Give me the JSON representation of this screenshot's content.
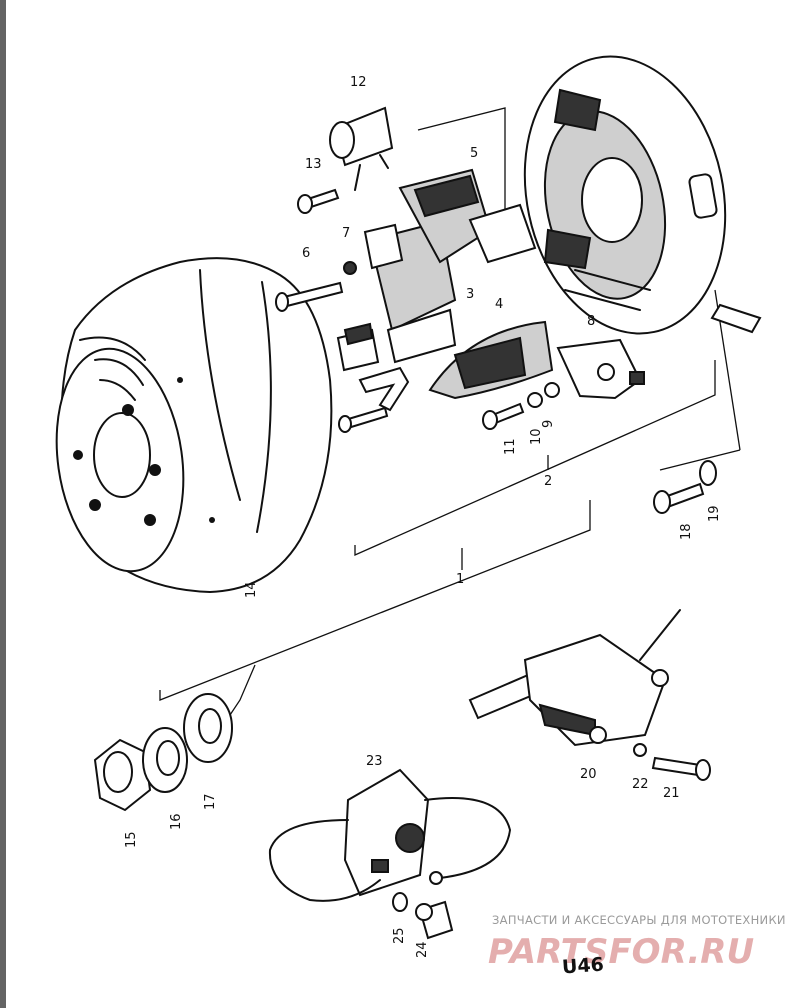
{
  "figure_code": "U46",
  "watermark": {
    "caption": "ЗАПЧАСТИ И АКСЕССУАРЫ ДЛЯ МОТОТЕХНИКИ",
    "logo_text": "PARTSFOR.RU",
    "color": "#e0a0a0"
  },
  "callouts": {
    "n1": "1",
    "n2": "2",
    "n3": "3",
    "n4": "4",
    "n5": "5",
    "n6": "6",
    "n7": "7",
    "n8": "8",
    "n9": "9",
    "n10": "10",
    "n11": "11",
    "n12": "12",
    "n13": "13",
    "n14": "14",
    "n15": "15",
    "n16": "16",
    "n17": "17",
    "n18": "18",
    "n19": "19",
    "n20": "20",
    "n21": "21",
    "n22": "22",
    "n23": "23",
    "n24": "24",
    "n25": "25"
  }
}
